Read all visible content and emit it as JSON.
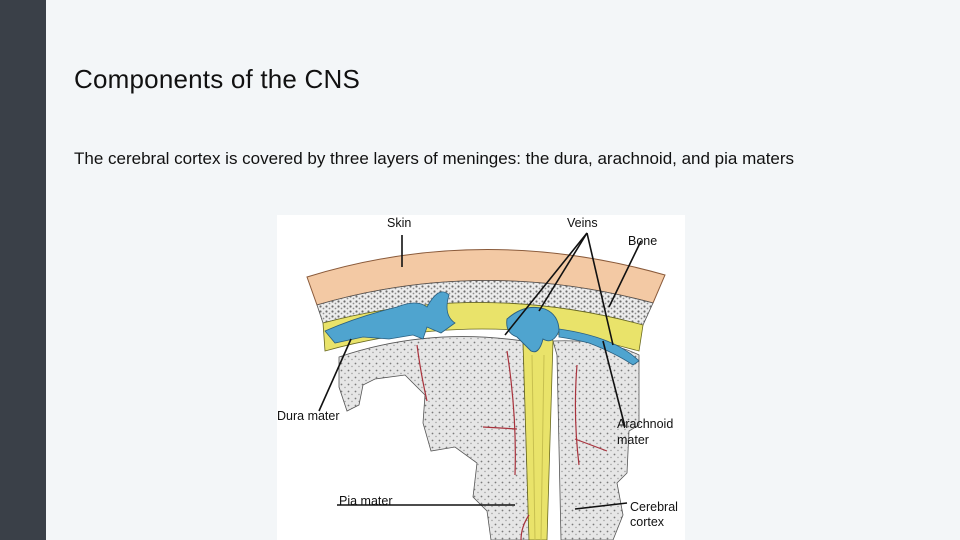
{
  "slide": {
    "title": "Components of the CNS",
    "body": "The cerebral cortex is covered by three layers of meninges: the dura, arachnoid, and pia maters"
  },
  "figure": {
    "labels": {
      "skin": "Skin",
      "veins": "Veins",
      "bone": "Bone",
      "dura_mater": "Dura mater",
      "arachnoid_line1": "Arachnoid",
      "arachnoid_line2": "mater",
      "pia_mater": "Pia mater",
      "cortex_line1": "Cerebral",
      "cortex_line2": "cortex"
    },
    "colors": {
      "skin": "#f3c9a4",
      "bone": "#e7e7e7",
      "veins": "#4fa4cf",
      "dura": "#e9e36a",
      "cortex": "#dcdcdc",
      "vessels": "#a8323c"
    }
  }
}
